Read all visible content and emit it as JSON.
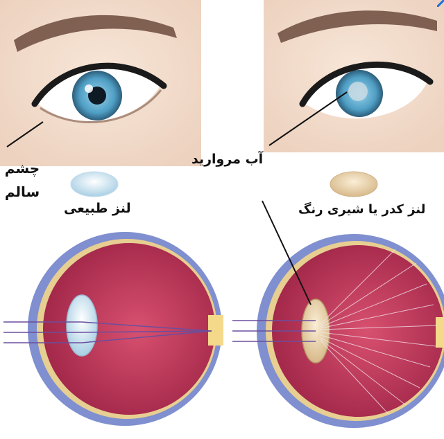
{
  "labels": {
    "healthy_eye": "چشم سالم",
    "natural_lens": "لنز طبیعی",
    "cataract": "آب مروارید",
    "cloudy_lens": "لنز کدر یا شیری رنگ"
  },
  "colors": {
    "skin": "#f2dccb",
    "iris_blue": "#6fb6d8",
    "eyeball_red": "#c8375c",
    "sclera_blue": "#7f8fcf",
    "natural_lens": "#cfe6f3",
    "cloudy_lens": "#e8d2a8",
    "ray_purple": "#6a4f9e",
    "optic_nerve": "#f5d98a"
  }
}
